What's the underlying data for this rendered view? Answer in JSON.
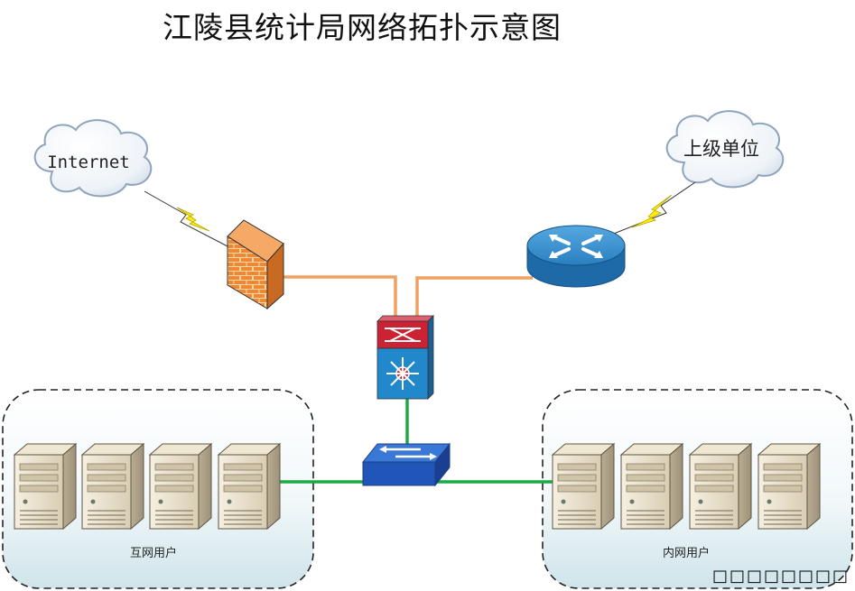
{
  "title": "江陵县统计局网络拓扑示意图",
  "clouds": {
    "internet": {
      "label": "Internet"
    },
    "upper": {
      "label": "上级单位"
    }
  },
  "groups": {
    "left": {
      "label": "互网用户",
      "server_count": 4
    },
    "right": {
      "label": "内网用户",
      "server_count": 4
    }
  },
  "footer_text": "□□□□□□□□",
  "colors": {
    "link_orange": "#f0a060",
    "link_green": "#1aaa44",
    "router_blue": "#2277bb",
    "firewall_orange": "#ee8833",
    "core_red": "#cc2233",
    "core_blue": "#2288cc",
    "lightning": "#ffee00"
  },
  "icons": [
    "cloud-icon",
    "lightning-icon",
    "firewall-icon",
    "router-icon",
    "core-switch-icon",
    "switch-icon",
    "server-icon"
  ]
}
